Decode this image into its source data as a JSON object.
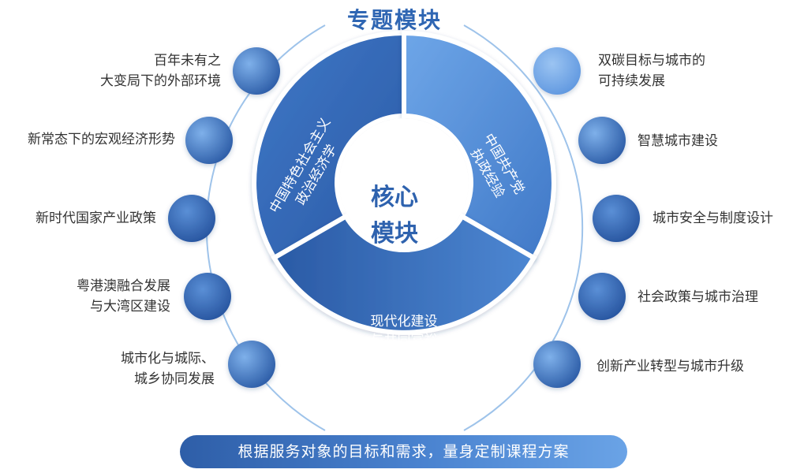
{
  "title": "专题模块",
  "core": {
    "center_label": "核心\n模块",
    "segments": [
      {
        "label": "中国特色社会主义\n政治经济学"
      },
      {
        "label": "中国共产党\n执政经验"
      },
      {
        "label": "现代化建设\n与共同富裕"
      }
    ]
  },
  "topics_left": [
    {
      "label": "百年未有之\n大变局下的外部环境"
    },
    {
      "label": "新常态下的宏观经济形势"
    },
    {
      "label": "新时代国家产业政策"
    },
    {
      "label": "粤港澳融合发展\n与大湾区建设"
    },
    {
      "label": "城市化与城际、\n城乡协同发展"
    }
  ],
  "topics_right": [
    {
      "label": "双碳目标与城市的\n可持续发展"
    },
    {
      "label": "智慧城市建设"
    },
    {
      "label": "城市安全与制度设计"
    },
    {
      "label": "社会政策与城市治理"
    },
    {
      "label": "创新产业转型与城市升级"
    }
  ],
  "bottom_bar": {
    "text": "根据服务对象的目标和需求，量身定制课程方案"
  },
  "colors": {
    "accent": "#2f66b3",
    "dark_blue": "#2b5aa6",
    "light_blue": "#6ea6e8"
  }
}
